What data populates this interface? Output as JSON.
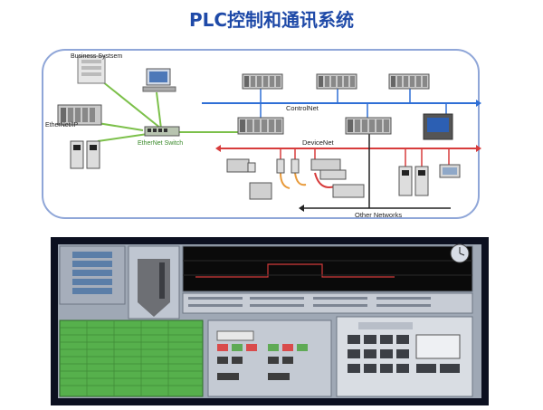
{
  "title": "PLC控制和通讯系统",
  "network_diagram": {
    "labels": {
      "business_system": "Business Systsem",
      "ethernet_ip": "EtherNet/IP",
      "ethernet_switch": "EtherNet Switch",
      "controlnet": "ControlNet",
      "devicenet": "DeviceNet",
      "other_networks": "Other Networks"
    },
    "colors": {
      "controlnet_line": "#2f6fd6",
      "devicenet_line": "#d73c3c",
      "ethernet_line": "#7cc04a",
      "other_line": "#222222",
      "plc_rack": "#c9c9c9"
    }
  },
  "scada_screen": {
    "colors": {
      "background": "#0c1020",
      "panel": "#b9bec7",
      "left_menu_buttons": "#5b7ea8",
      "trend_background": "#0a0a0a",
      "trend_line": "#d23a3a",
      "table_green": "#56b04c"
    }
  }
}
